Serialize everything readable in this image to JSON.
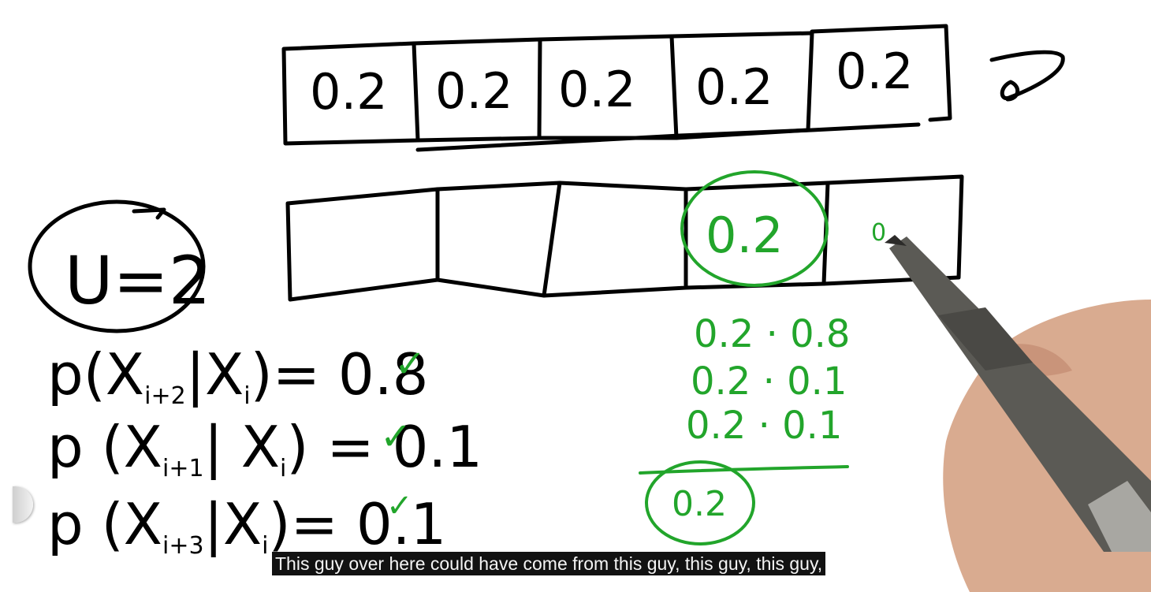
{
  "prior_row": {
    "cells": [
      "0.2",
      "0.2",
      "0.2",
      "0.2",
      "0.2"
    ]
  },
  "posterior_row": {
    "cells": [
      "",
      "",
      "",
      "0.2",
      "0"
    ]
  },
  "motion": {
    "u_label": "U=2"
  },
  "equations": [
    {
      "text_left": "p(X",
      "sub_a": "i+2",
      "mid": "|X",
      "sub_b": "i",
      "rhs": ")= 0.8",
      "mark": "✓"
    },
    {
      "text_left": "p (X",
      "sub_a": "i+1",
      "mid": "| X",
      "sub_b": "i",
      "rhs": ") = 0.1",
      "mark": "✓"
    },
    {
      "text_left": "p (X",
      "sub_a": "i+3",
      "mid": "|X",
      "sub_b": "i",
      "rhs": ")= 0.1",
      "mark": "✓"
    }
  ],
  "computation": {
    "terms": [
      "0.2 · 0.8",
      "0.2 · 0.1",
      "0.2 · 0.1"
    ],
    "result": "0.2"
  },
  "caption": "This guy over here could have come from this guy, this guy, this guy,",
  "colors": {
    "ink_black": "#000000",
    "ink_green": "#22a52b",
    "caption_bg": "#121212"
  }
}
